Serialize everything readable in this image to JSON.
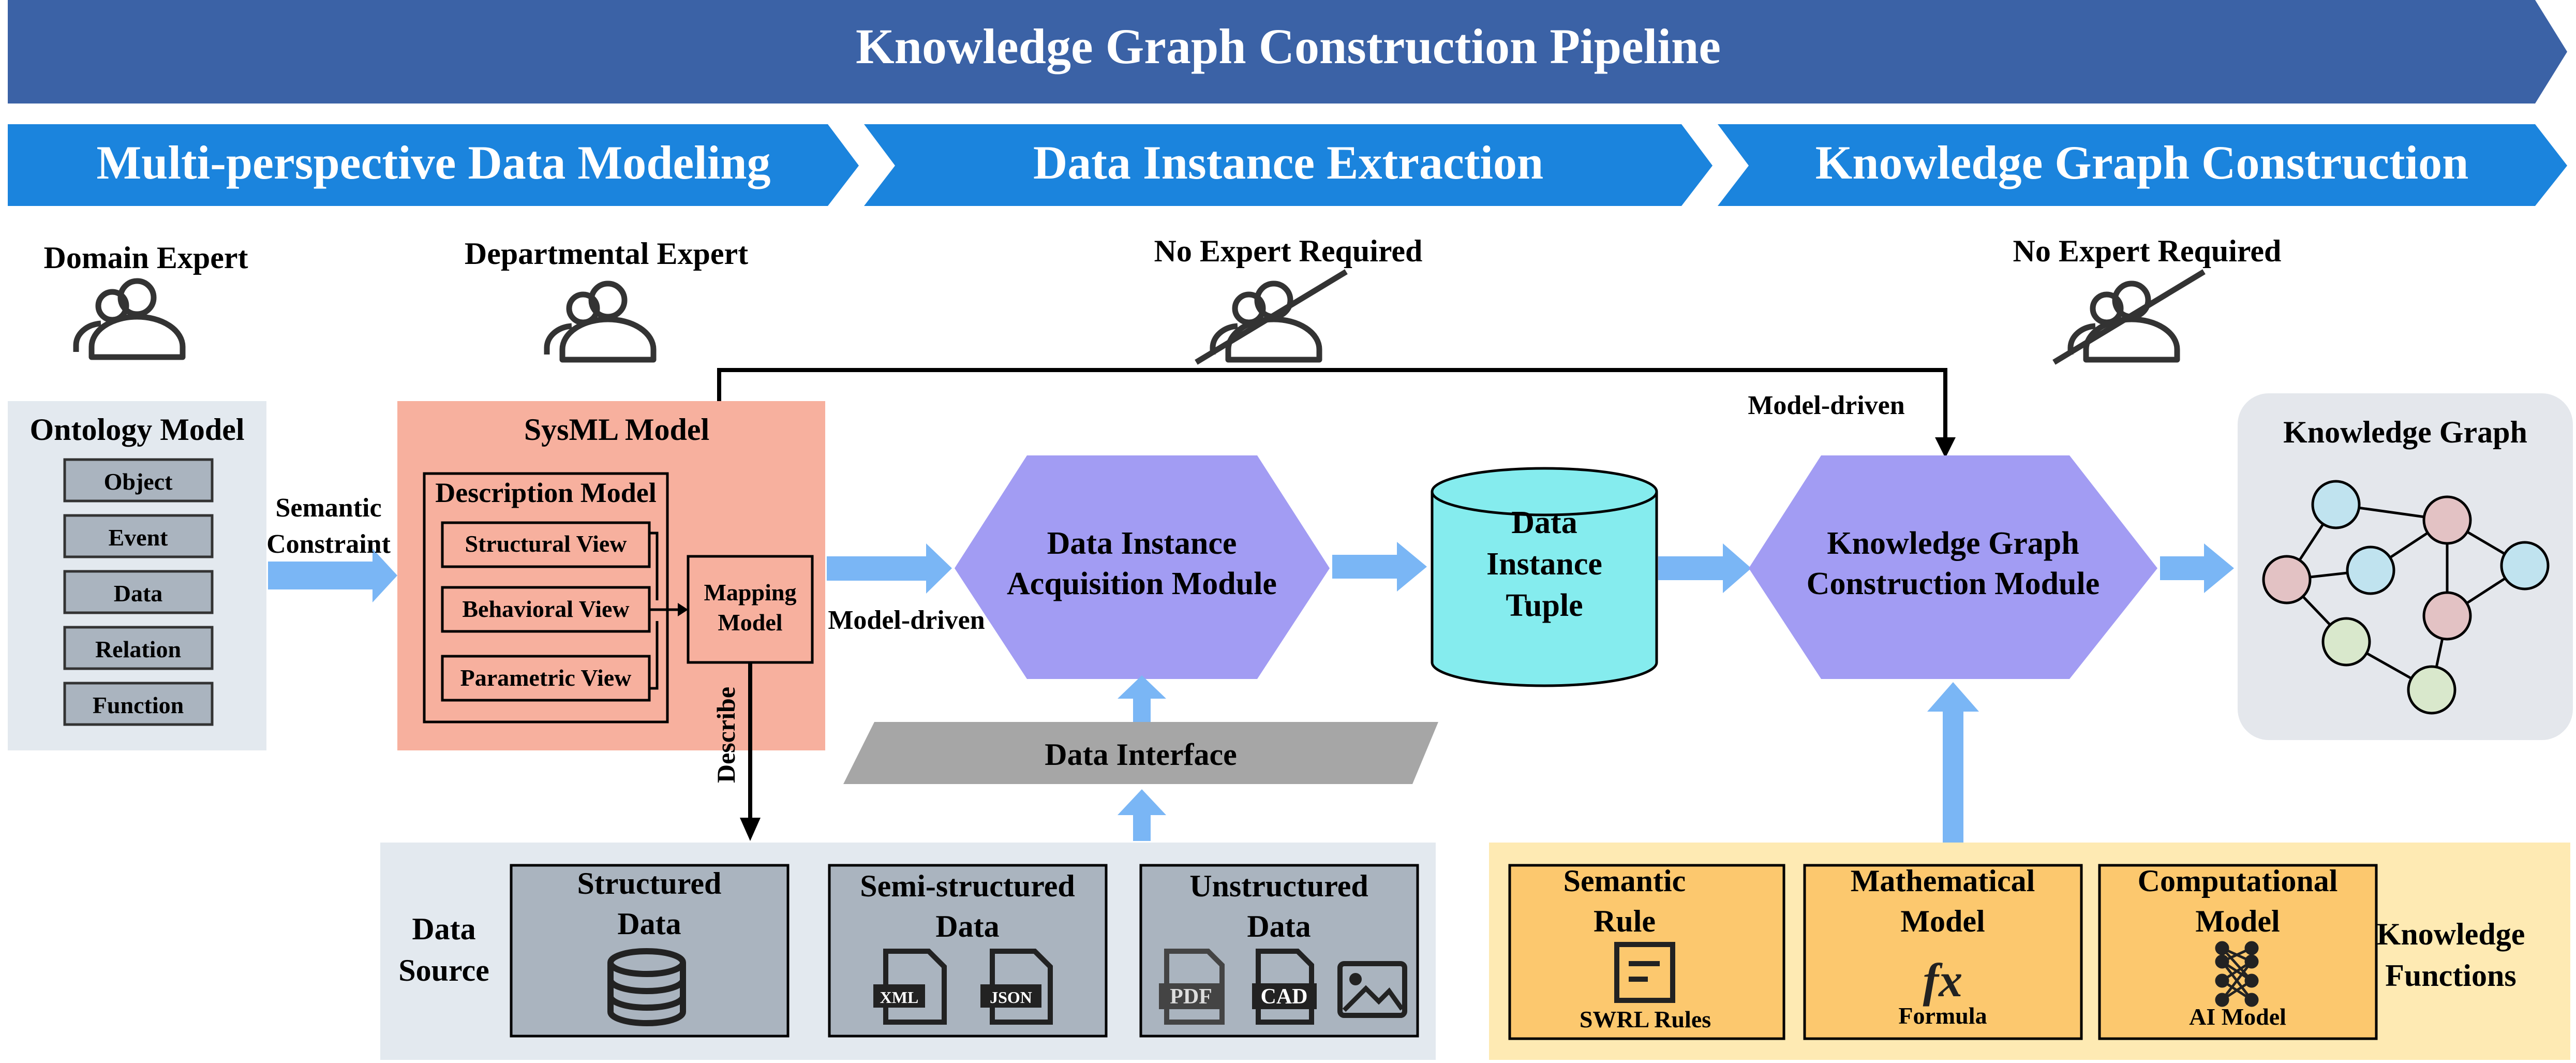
{
  "pipeline_title": "Knowledge Graph Construction Pipeline",
  "stages": [
    "Multi-perspective Data Modeling",
    "Data Instance Extraction",
    "Knowledge Graph Construction"
  ],
  "experts": {
    "domain": "Domain Expert",
    "departmental": "Departmental Expert",
    "none_1": "No Expert Required",
    "none_2": "No Expert Required"
  },
  "ontology": {
    "title": "Ontology Model",
    "items": [
      "Object",
      "Event",
      "Data",
      "Relation",
      "Function"
    ]
  },
  "semantic_constraint": [
    "Semantic",
    "Constraint"
  ],
  "sysml": {
    "title": "SysML Model",
    "description_title": "Description Model",
    "views": [
      "Structural View",
      "Behavioral View",
      "Parametric View"
    ],
    "mapping": [
      "Mapping",
      "Model"
    ]
  },
  "model_driven_1": "Model-driven",
  "model_driven_2": "Model-driven",
  "describe": "Describe",
  "acquisition_module": [
    "Data Instance",
    "Acquisition Module"
  ],
  "tuple": [
    "Data",
    "Instance",
    "Tuple"
  ],
  "kg_module": [
    "Knowledge Graph",
    "Construction Module"
  ],
  "knowledge_graph_title": "Knowledge Graph",
  "data_interface": "Data Interface",
  "data_source": {
    "label": [
      "Data",
      "Source"
    ],
    "structured": [
      "Structured",
      "Data"
    ],
    "semi_structured": [
      "Semi-structured",
      "Data"
    ],
    "unstructured": [
      "Unstructured",
      "Data"
    ],
    "file_icons": [
      "XML",
      "JSON",
      "PDF",
      "CAD"
    ]
  },
  "knowledge_functions": {
    "label": [
      "Knowledge",
      "Functions"
    ],
    "semantic_rule": [
      "Semantic",
      "Rule"
    ],
    "semantic_rule_caption": "SWRL Rules",
    "math_model": [
      "Mathematical",
      "Model"
    ],
    "math_model_caption": "Formula",
    "math_symbol": "fx",
    "comp_model": [
      "Computational",
      "Model"
    ],
    "comp_model_caption": "AI Model"
  },
  "colors": {
    "title_banner": "#3b62a6",
    "stage_banner": "#1b84dd",
    "light_arrow": "#7ab6f5",
    "ontology_bg": "#e3e9ef",
    "ontology_item": "#aab4bf",
    "sysml_bg": "#f7b09e",
    "module_fill": "#a29cf3",
    "tuple_fill": "#85ecee",
    "kg_bg": "#e4e7ec",
    "node_pink": "#e3c2c4",
    "node_blue": "#c0e3ef",
    "node_green": "#d9e8cc",
    "interface": "#a6a6a6",
    "source_bg": "#e3e9ef",
    "source_box": "#aab4bf",
    "functions_bg": "#feeab3",
    "function_box": "#fcc86e"
  }
}
